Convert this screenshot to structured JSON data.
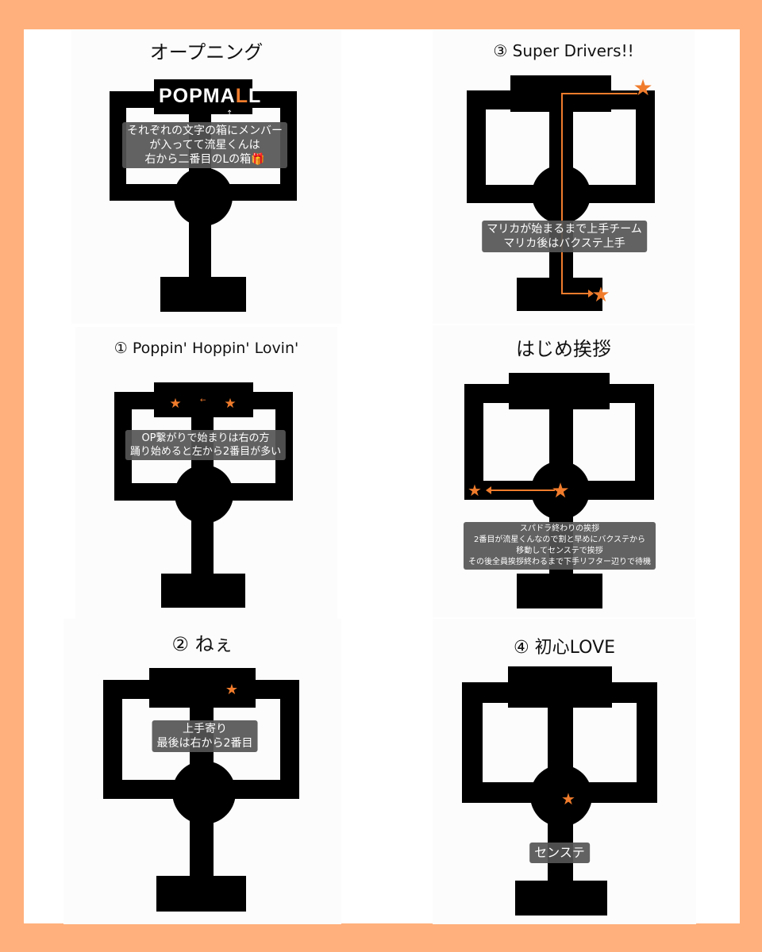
{
  "colors": {
    "border": "#FFB07C",
    "stage": "#000000",
    "accent": "#F07C2C",
    "note_bg": "#555555"
  },
  "panels": [
    {
      "id": "opening",
      "title": "オープニング",
      "logo": {
        "prefix": "POPMA",
        "highlight": "L",
        "suffix": "L"
      },
      "small_arrow": "↑",
      "notes": [
        "それぞれの文字の箱にメンバー",
        "が入ってて流星くんは",
        "右から二番目のLの箱🎁"
      ]
    },
    {
      "id": "song-3",
      "title": "③ Super Drivers!!",
      "notes": [
        "マリカが始まるまで上手チーム",
        "マリカ後はバクステ上手"
      ]
    },
    {
      "id": "song-1",
      "title": "① Poppin' Hoppin' Lovin'",
      "small_arrow": "←",
      "notes": [
        "OP繋がりで始まりは右の方",
        "踊り始めると左から2番目が多い"
      ]
    },
    {
      "id": "greeting",
      "title": "はじめ挨拶",
      "notes": [
        "スパドラ終わりの挨拶",
        "2番目が流星くんなので割と早めにバクステから",
        "移動してセンステで挨拶",
        "その後全員挨拶終わるまで下手リフター辺りで待機"
      ]
    },
    {
      "id": "song-2",
      "title": "② ねぇ",
      "notes": [
        "上手寄り",
        "最後は右から2番目"
      ]
    },
    {
      "id": "song-4",
      "title": "④ 初心LOVE",
      "notes": [
        "センステ"
      ]
    }
  ]
}
